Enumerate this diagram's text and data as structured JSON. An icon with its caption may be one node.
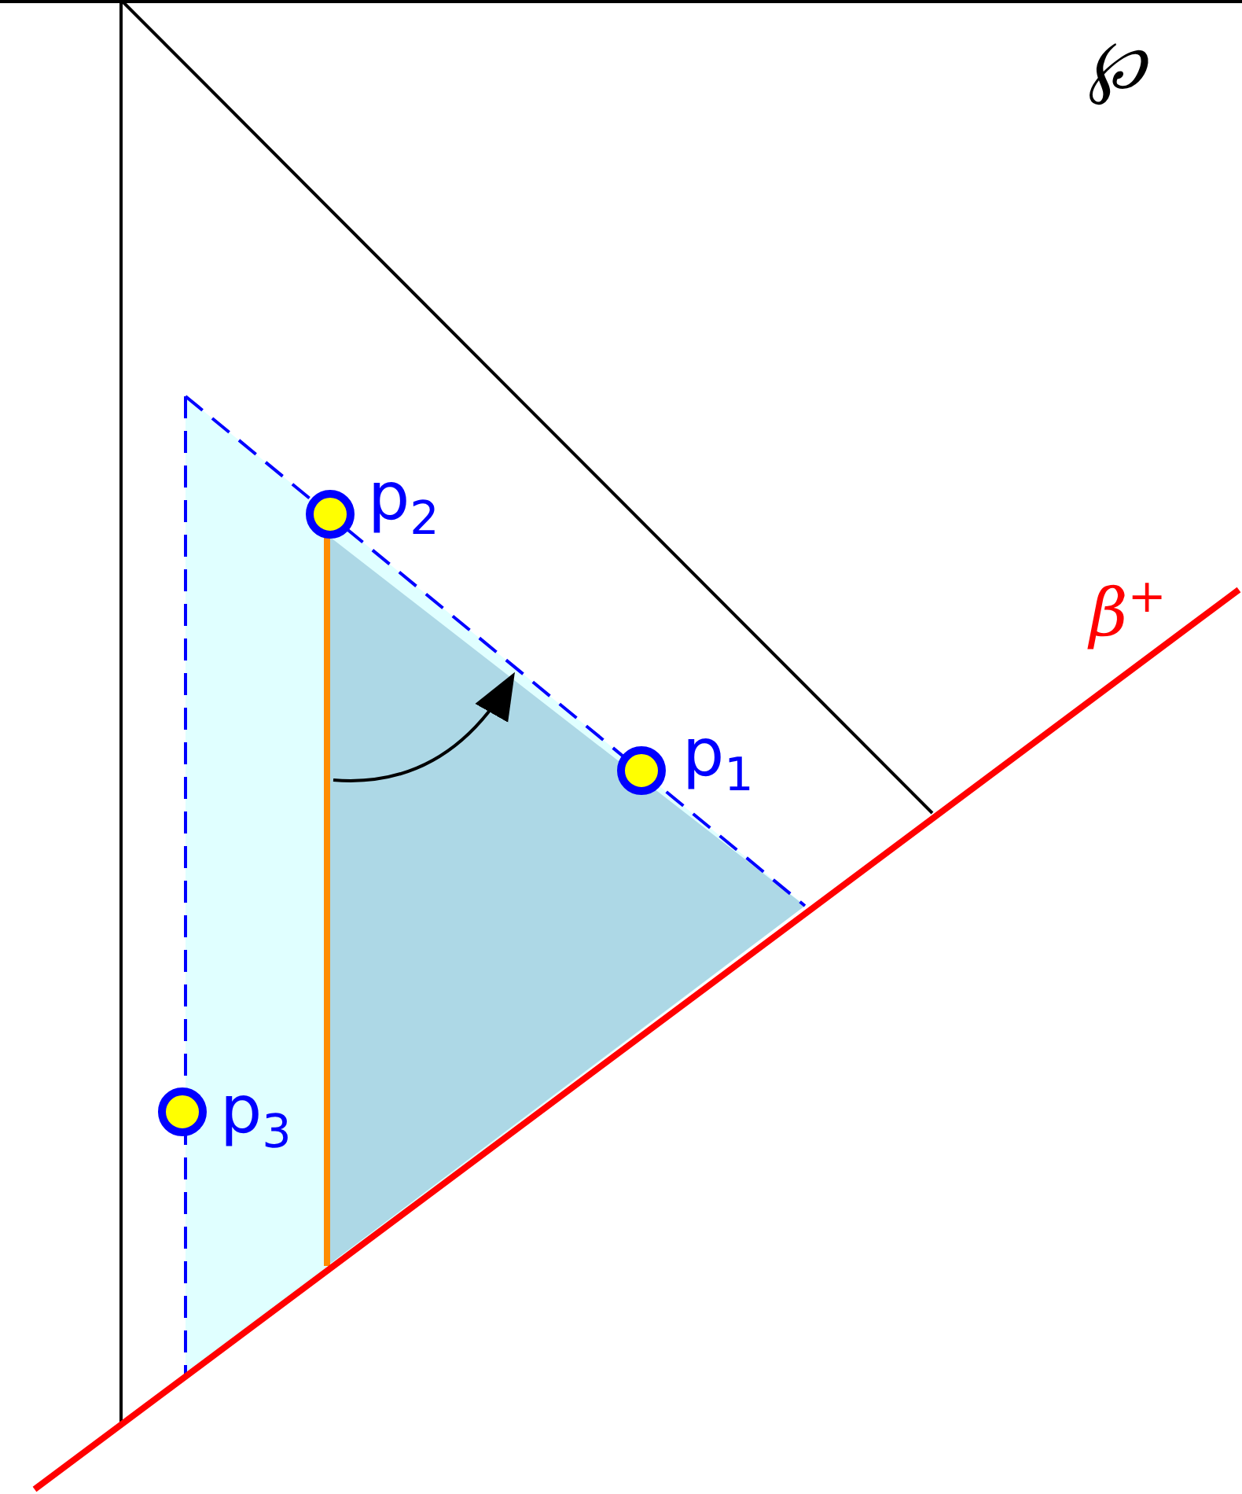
{
  "diagram": {
    "labels": [
      "℘",
      "β$^{+}$",
      "p$_{2}$",
      "p$_{1}$",
      "p$_{3}$"
    ]
  }
}
